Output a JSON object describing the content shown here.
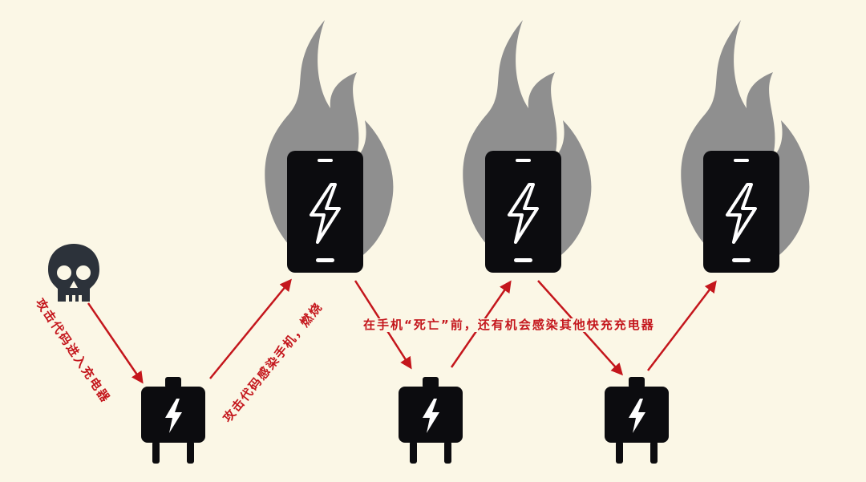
{
  "labels": {
    "attack_enters_charger": "攻击代码进入充电器",
    "infect_phone": "攻击代码感染手机，燃烧",
    "before_death": "在手机“死亡”前，还有机会感染其他快充充电器"
  },
  "icons": {
    "skull": "skull-icon",
    "charger": "charger-plug-icon",
    "phone": "smartphone-bolt-icon",
    "flame": "flame-icon",
    "arrow": "arrow-icon"
  },
  "colors": {
    "background": "#fbf7e6",
    "device": "#0c0c0f",
    "flame": "#8f8f8f",
    "arrow": "#c4161c",
    "label": "#c4161c",
    "skull": "#2c323a"
  }
}
